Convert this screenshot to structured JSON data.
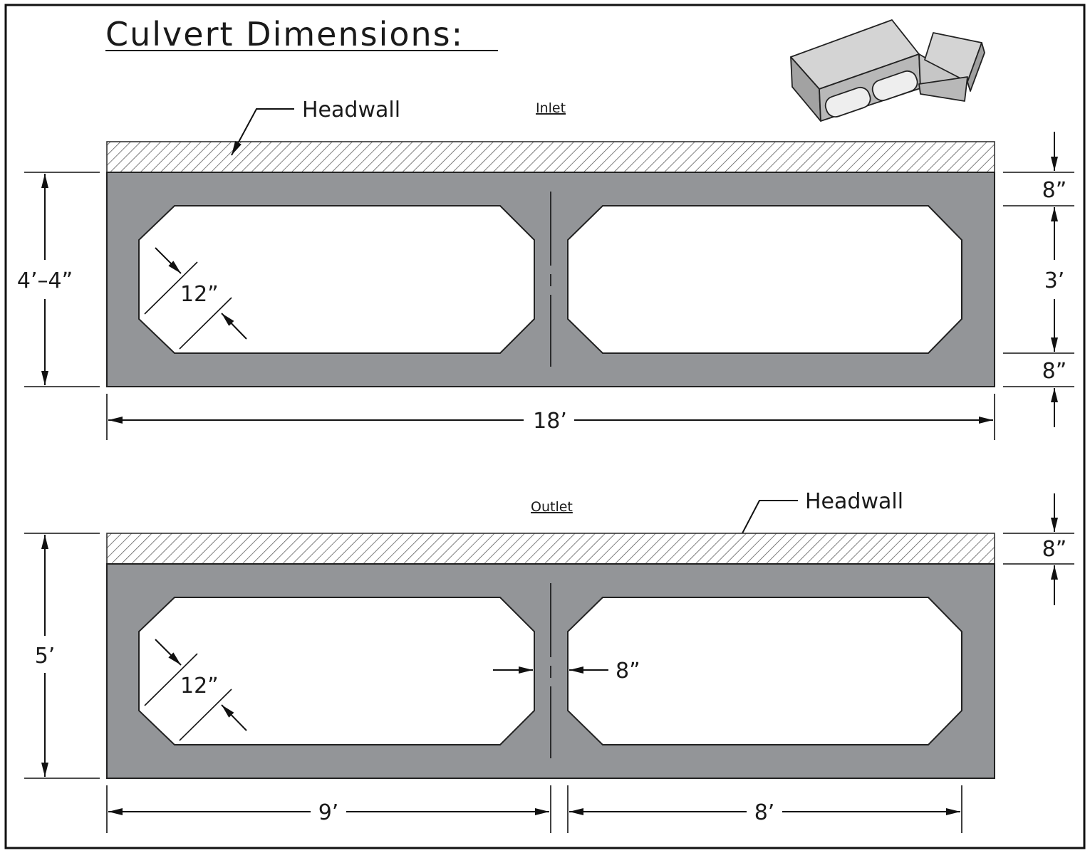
{
  "title": "Culvert Dimensions:",
  "inlet": {
    "view_label": "Inlet",
    "headwall_label": "Headwall",
    "height_label": "4’–4”",
    "top_slab_label": "8”",
    "opening_label": "3’",
    "bottom_slab_label": "8”",
    "chamfer_label": "12”",
    "width_label": "18’"
  },
  "outlet": {
    "view_label": "Outlet",
    "headwall_label": "Headwall",
    "height_label": "5’",
    "headwall_thickness_label": "8”",
    "chamfer_label": "12”",
    "wall_label": "8”",
    "left_span_label": "9’",
    "right_span_label": "8’"
  },
  "icons": {
    "culvert": "culvert-3d-icon",
    "arrow": "arrowhead-icon"
  },
  "colors": {
    "concrete": "#939598",
    "line": "#111111",
    "background": "#ffffff"
  }
}
